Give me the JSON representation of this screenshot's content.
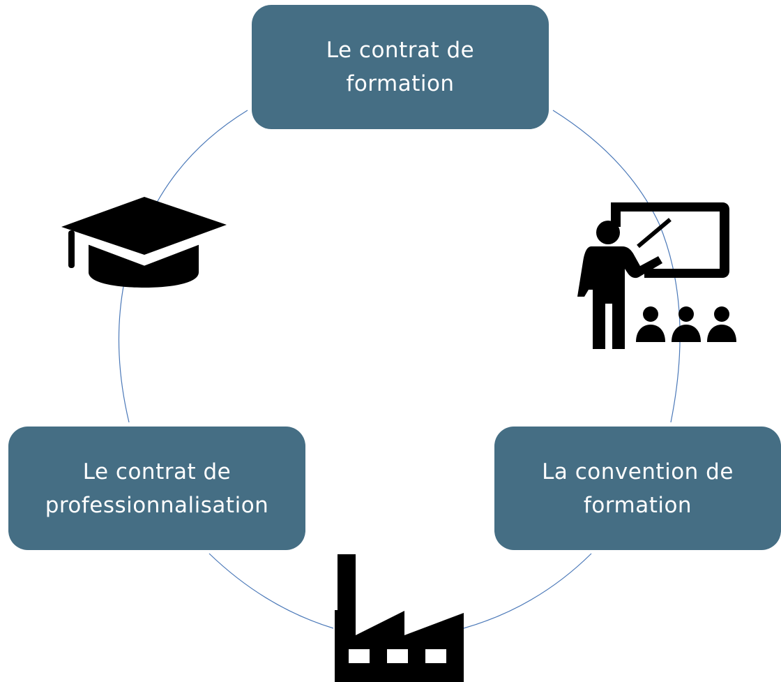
{
  "nodes": {
    "top": {
      "line1": "Le contrat de",
      "line2": "formation",
      "icon": "graduation-cap-icon"
    },
    "right": {
      "line1": "La convention de",
      "line2": "formation",
      "icon": "teacher-classroom-icon"
    },
    "left": {
      "line1": "Le contrat de",
      "line2": "professionnalisation",
      "icon": "factory-icon"
    }
  },
  "colors": {
    "box_fill": "#456e84",
    "box_text": "#ffffff",
    "ring": "#4a78b8",
    "icon": "#000000"
  },
  "icons": [
    "graduation-cap-icon",
    "teacher-classroom-icon",
    "factory-icon"
  ]
}
